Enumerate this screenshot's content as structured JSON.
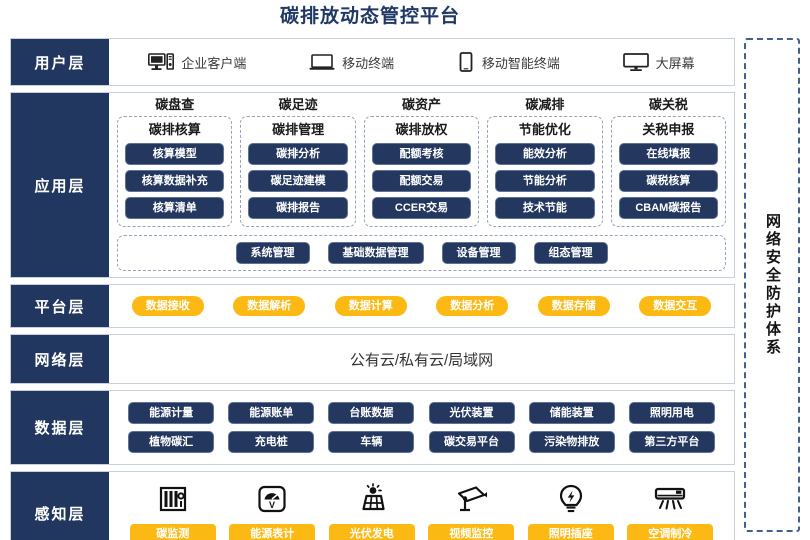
{
  "title": "碳排放动态管控平台",
  "security_column": {
    "label": "网络安全防护体系"
  },
  "layers": {
    "user": {
      "label": "用户层",
      "items": [
        {
          "label": "企业客户端",
          "icon": "desktop-pc-icon"
        },
        {
          "label": "移动终端",
          "icon": "laptop-icon"
        },
        {
          "label": "移动智能终端",
          "icon": "smartphone-icon"
        },
        {
          "label": "大屏幕",
          "icon": "large-screen-icon"
        }
      ]
    },
    "application": {
      "label": "应用层",
      "columns": [
        {
          "title": "碳盘查",
          "group": "碳排核算",
          "items": [
            "核算模型",
            "核算数据补充",
            "核算清单"
          ]
        },
        {
          "title": "碳足迹",
          "group": "碳排管理",
          "items": [
            "碳排分析",
            "碳足迹建模",
            "碳排报告"
          ]
        },
        {
          "title": "碳资产",
          "group": "碳排放权",
          "items": [
            "配额考核",
            "配额交易",
            "CCER交易"
          ]
        },
        {
          "title": "碳减排",
          "group": "节能优化",
          "items": [
            "能效分析",
            "节能分析",
            "技术节能"
          ]
        },
        {
          "title": "碳关税",
          "group": "关税申报",
          "items": [
            "在线填报",
            "碳税核算",
            "CBAM碳报告"
          ]
        }
      ],
      "bottom_items": [
        "系统管理",
        "基础数据管理",
        "设备管理",
        "组态管理"
      ]
    },
    "platform": {
      "label": "平台层",
      "items": [
        "数据接收",
        "数据解析",
        "数据计算",
        "数据分析",
        "数据存储",
        "数据交互"
      ]
    },
    "network": {
      "label": "网络层",
      "text": "公有云/私有云/局域网"
    },
    "data": {
      "label": "数据层",
      "row1": [
        "能源计量",
        "能源账单",
        "台账数据",
        "光伏装置",
        "储能装置",
        "照明用电"
      ],
      "row2": [
        "植物碳汇",
        "充电桩",
        "车辆",
        "碳交易平台",
        "污染物排放",
        "第三方平台"
      ]
    },
    "sense": {
      "label": "感知层",
      "items": [
        {
          "label": "碳监测",
          "icon": "carbon-monitor-cabinet-icon"
        },
        {
          "label": "能源表计",
          "icon": "energy-meter-gauge-icon"
        },
        {
          "label": "光伏发电",
          "icon": "solar-panel-icon"
        },
        {
          "label": "视频监控",
          "icon": "cctv-camera-icon"
        },
        {
          "label": "照明插座",
          "icon": "lightbulb-icon"
        },
        {
          "label": "空调制冷",
          "icon": "air-conditioner-icon"
        }
      ]
    }
  },
  "colors": {
    "navy": "#23375f",
    "amber": "#fcb913",
    "title": "#1f3864",
    "dashed_border": "#9aa3b5"
  }
}
